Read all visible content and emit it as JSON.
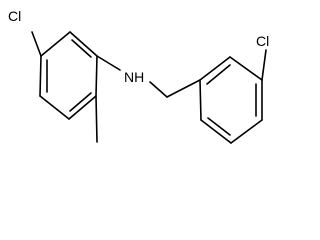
{
  "molecule": {
    "atoms": {
      "cl_left": "Cl",
      "nh": "NH",
      "cl_right": "Cl"
    },
    "colors": {
      "bond": "#000000",
      "background": "#ffffff"
    }
  }
}
